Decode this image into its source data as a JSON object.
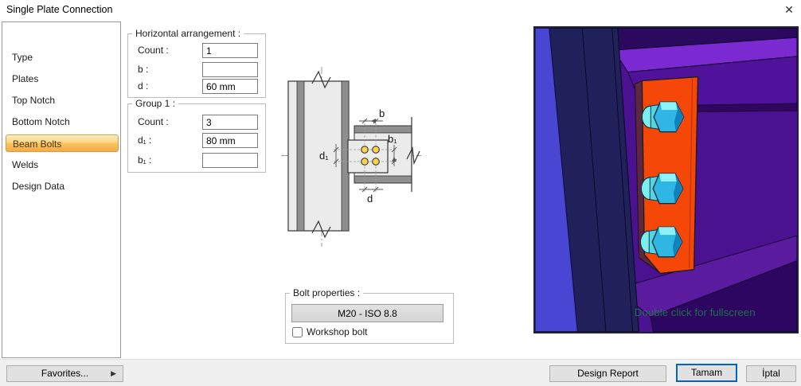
{
  "window": {
    "title": "Single Plate Connection",
    "close_icon": "✕"
  },
  "sidebar": {
    "items": [
      {
        "label": "Type",
        "selected": false
      },
      {
        "label": "Plates",
        "selected": false
      },
      {
        "label": "Top Notch",
        "selected": false
      },
      {
        "label": "Bottom Notch",
        "selected": false
      },
      {
        "label": "Beam Bolts",
        "selected": true
      },
      {
        "label": "Welds",
        "selected": false
      },
      {
        "label": "Design Data",
        "selected": false
      }
    ]
  },
  "horizontal_arrangement": {
    "title": "Horizontal arrangement :",
    "count_label": "Count :",
    "count_value": "1",
    "b_label": "b :",
    "b_value": "",
    "d_label": "d :",
    "d_value": "60 mm"
  },
  "group1": {
    "title": "Group 1 :",
    "count_label": "Count :",
    "count_value": "3",
    "d1_label": "d₁ :",
    "d1_value": "80 mm",
    "b1_label": "b₁ :",
    "b1_value": ""
  },
  "diagram": {
    "dim_b": "b",
    "dim_b1": "b₁",
    "dim_d1": "d₁",
    "dim_d": "d"
  },
  "bolt_properties": {
    "title": "Bolt properties :",
    "bolt_spec_button": "M20 - ISO 8.8",
    "workshop_bolt_label": "Workshop bolt",
    "workshop_checked": false
  },
  "viewport": {
    "fullscreen_hint": "Double click for fullscreen",
    "colors": {
      "background": "#4a1190",
      "plate_orange": "#f44708",
      "bolt_cyan": "#2fb6e2",
      "column_navy": "#20205a",
      "column_blue_edge": "#4a46d4",
      "flange_purple": "#5c14a8",
      "hint_text": "#1d6f4c",
      "selection_orange": "#f3ab45",
      "ok_border_blue": "#0067c0"
    }
  },
  "footer": {
    "favorites_button": "Favorites...",
    "favorites_arrow": "▶",
    "design_report_button": "Design Report",
    "ok_button": "Tamam",
    "cancel_button": "İptal"
  }
}
